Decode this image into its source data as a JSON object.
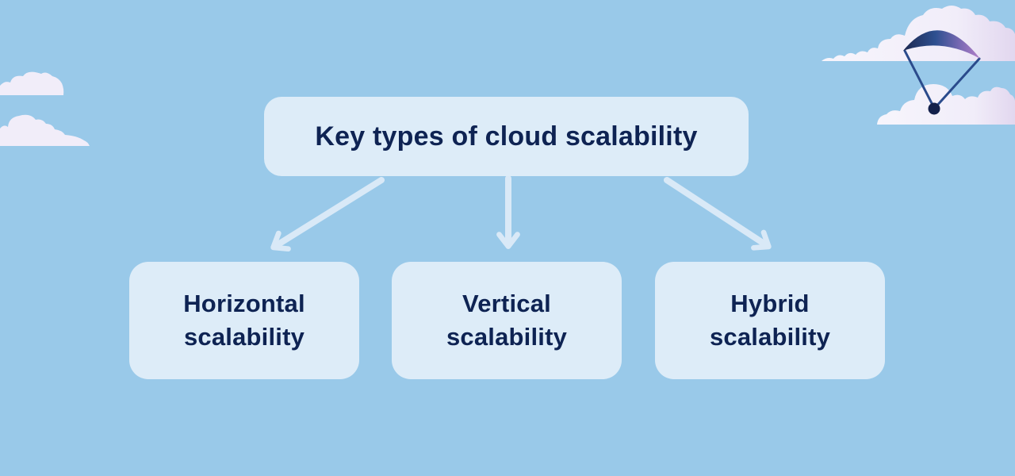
{
  "diagram": {
    "title": "Key types of cloud scalability",
    "nodes": [
      {
        "id": "horizontal",
        "label": "Horizontal scalability"
      },
      {
        "id": "vertical",
        "label": "Vertical scalability"
      },
      {
        "id": "hybrid",
        "label": "Hybrid scalability"
      }
    ]
  },
  "icons": {
    "parachute": "parachute-icon",
    "cloud": "cloud-icon",
    "arrow": "arrow-connector-icon"
  },
  "colors": {
    "sky": "#99c9e9",
    "card_bg": "#ddecf8",
    "text": "#0e2353",
    "arrow": "#d9e9f7",
    "cloud": "#f1edf9",
    "cloud_light": "#f7f5fc",
    "cloud_shade": "#e2d7ef",
    "canopy_dark": "#1d2950",
    "canopy_blue": "#2e5090",
    "canopy_mid": "#7b6ab4",
    "canopy_purple": "#b381c9",
    "parachute_line": "#2b4b8c",
    "pilot": "#13204a"
  }
}
